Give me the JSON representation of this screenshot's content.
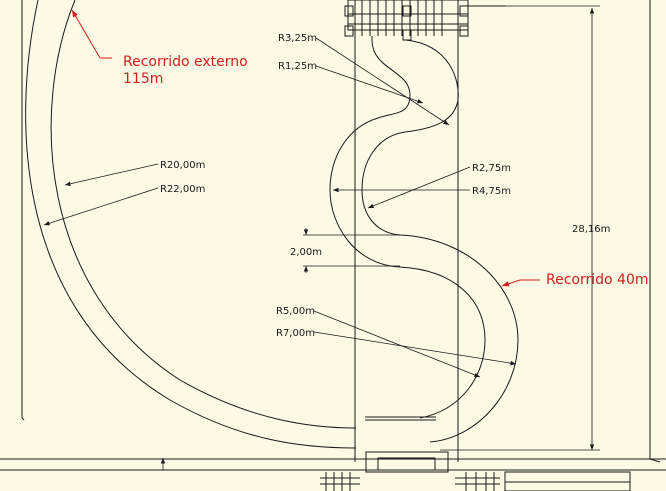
{
  "labels": {
    "external_route": "Recorrido externo",
    "external_route_length": "115m",
    "route_40": "Recorrido 40m",
    "r_3_25": "R3,25m",
    "r_1_25": "R1,25m",
    "r_20": "R20,00m",
    "r_22": "R22,00m",
    "r_2_75": "R2,75m",
    "r_4_75": "R4,75m",
    "gap_2": "2,00m",
    "r_5": "R5,00m",
    "r_7": "R7,00m",
    "height_total": "28,16m"
  },
  "colors": {
    "background": "#fdf9e4",
    "line": "#1a1a1a",
    "annotation": "#d21f1f"
  }
}
